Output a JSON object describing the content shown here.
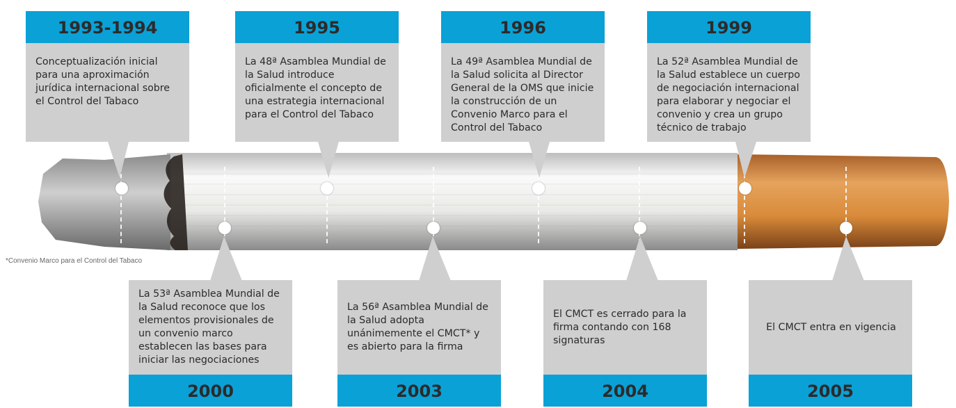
{
  "milestones_top": [
    {
      "year": "1993-1994",
      "text": "Conceptualización inicial para una aproximación jurídica internacional sobre el Control del Tabaco"
    },
    {
      "year": "1995",
      "text": "La 48ª  Asamblea Mundial de la Salud introduce oficialmente el concepto de una estrategia internacional para el Control del Tabaco"
    },
    {
      "year": "1996",
      "text": "La 49ª Asamblea Mundial de la Salud solicita al Director General de la OMS que inicie la construcción de un Convenio Marco para el Control del Tabaco"
    },
    {
      "year": "1999",
      "text": "La 52ª Asamblea Mundial de la Salud establece un cuerpo de negociación internacional para elaborar y negociar el convenio y crea un grupo técnico de trabajo"
    }
  ],
  "milestones_bottom": [
    {
      "year": "2000",
      "text": "La 53ª  Asamblea Mundial de la Salud reconoce que los elementos provisionales de un convenio marco establecen las bases para iniciar las negociaciones"
    },
    {
      "year": "2003",
      "text": "La 56ª Asamblea Mundial de la Salud adopta unánimemente el CMCT* y es abierto para la firma"
    },
    {
      "year": "2004",
      "text": "El CMCT es cerrado para la firma contando con 168 signaturas"
    },
    {
      "year": "2005",
      "text": "El CMCT entra en vigencia"
    }
  ],
  "footnote": "*Convenio Marco para el Control del Tabaco",
  "colors": {
    "year_bar": "#0aa1d6",
    "text_box": "#cfcfcf",
    "filter": "#d98b3a",
    "paper": "#f2f2ef"
  }
}
